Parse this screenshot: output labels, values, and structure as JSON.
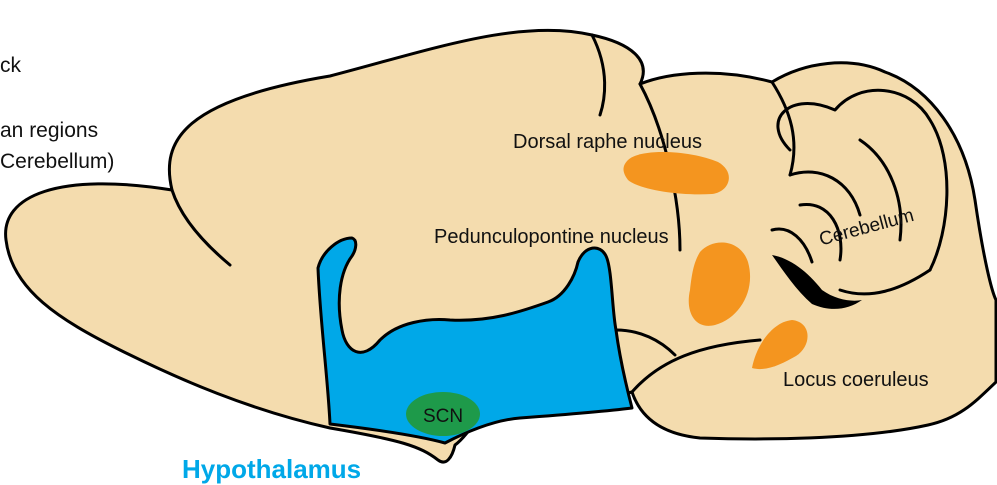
{
  "left_text": {
    "line1": "ck",
    "line2": "an regions",
    "line3": "Cerebellum)"
  },
  "labels": {
    "dorsal_raphe": "Dorsal raphe nucleus",
    "pedunculopontine": "Pedunculopontine nucleus",
    "cerebellum": "Cerebellum",
    "locus_coeruleus": "Locus coeruleus",
    "scn": "SCN",
    "hypothalamus": "Hypothalamus"
  },
  "colors": {
    "brain": "#f4dcae",
    "hypothalamus": "#00a8e8",
    "scn": "#1e9a4a",
    "nuclei": "#f4951f",
    "outline": "#000000"
  }
}
